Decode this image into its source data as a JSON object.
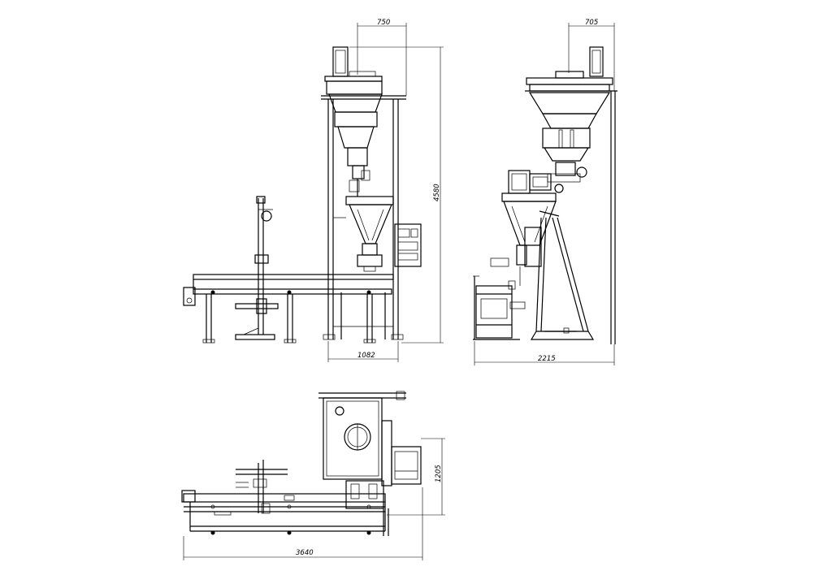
{
  "drawing": {
    "dimensions": {
      "front_top_width": "750",
      "front_height": "4580",
      "front_base_width": "1082",
      "side_top_width": "705",
      "side_base_width": "2215",
      "plan_depth": "1205",
      "plan_length": "3640"
    }
  }
}
